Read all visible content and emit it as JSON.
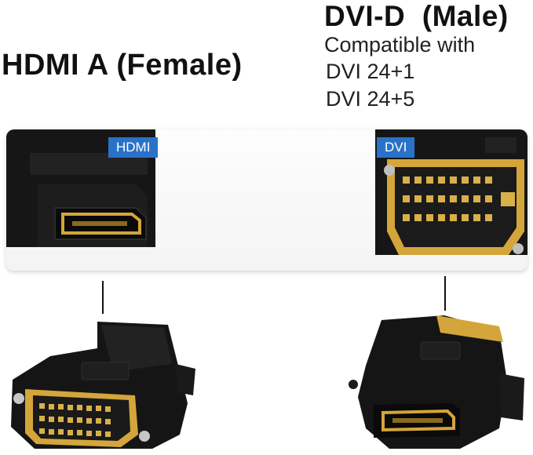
{
  "left_title": "HDMI A (Female)",
  "right_title": "DVI-D  (Male)",
  "compat_line1": "Compatible with",
  "compat_line2": "DVI 24+1",
  "compat_line3": "DVI 24+5",
  "hdmi_tag": "HDMI",
  "dvi_tag": "DVI",
  "colors": {
    "tag_blue": "#2a72c8",
    "body_black": "#161616",
    "gold": "#d4a53a"
  }
}
